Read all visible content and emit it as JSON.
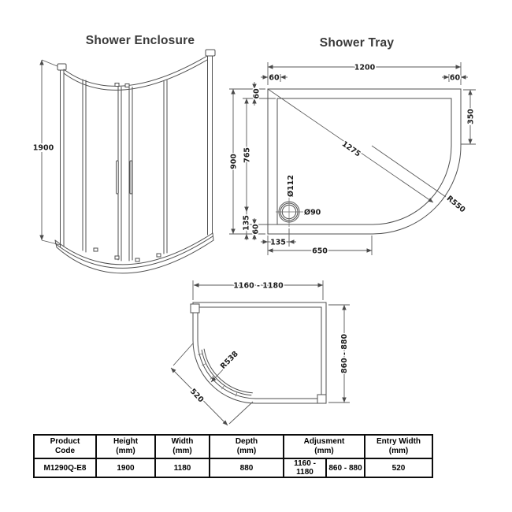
{
  "titles": {
    "enclosure": "Shower Enclosure",
    "tray": "Shower Tray"
  },
  "enclosure_view": {
    "height": "1900"
  },
  "tray_view": {
    "width": "1200",
    "corner_offset_left": "60",
    "corner_offset_right": "60",
    "depth": "900",
    "inner_depth": "765",
    "top_offset": "60",
    "drain_to_bottom": "135",
    "bottom_offset": "60",
    "right_straight": "350",
    "diagonal": "1275",
    "corner_radius": "R550",
    "drain_outer_dia": "Ø112",
    "drain_inner_dia": "Ø90",
    "drain_from_left": "135",
    "bottom_straight": "650"
  },
  "plan_view": {
    "width_range": "1160 - 1180",
    "depth_range": "860 - 880",
    "door_radius": "R538",
    "entry_width": "520"
  },
  "table": {
    "headers": {
      "product": {
        "l1": "Product",
        "l2": "Code"
      },
      "height": {
        "l1": "Height",
        "l2": "(mm)"
      },
      "width": {
        "l1": "Width",
        "l2": "(mm)"
      },
      "depth": {
        "l1": "Depth",
        "l2": "(mm)"
      },
      "adjustment": {
        "l1": "Adjusment",
        "l2": "(mm)"
      },
      "entry": {
        "l1": "Entry Width",
        "l2": "(mm)"
      }
    },
    "row": {
      "product_code": "M1290Q-E8",
      "height": "1900",
      "width": "1180",
      "depth": "880",
      "adjustment_width": "1160 - 1180",
      "adjustment_depth": "860 - 880",
      "entry_width": "520"
    }
  },
  "colors": {
    "line": "#4f4f4f",
    "dim_line": "#5a5a5a",
    "label_text": "#1c1c1c",
    "table_border": "#0d0d0d"
  }
}
